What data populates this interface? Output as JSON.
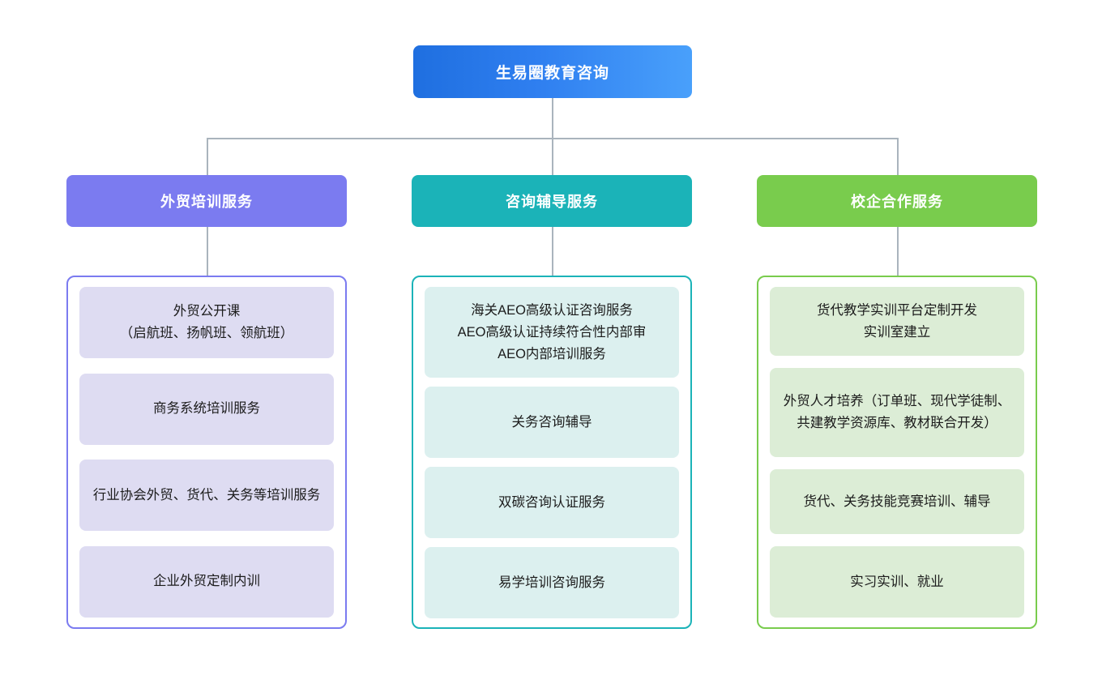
{
  "diagram": {
    "type": "organization-tree",
    "root": {
      "label": "生易圈教育咨询",
      "color": "#2f7ff0",
      "gradient_from": "#1f6fe0",
      "gradient_to": "#49a0fb"
    },
    "connector_color": "#aab4bd",
    "columns": [
      {
        "id": "training",
        "header": "外贸培训服务",
        "header_color": "#7b7bf0",
        "border_color": "#7b7bf0",
        "chip_color": "#dedcf2",
        "items": [
          "外贸公开课\n（启航班、扬帆班、领航班）",
          "商务系统培训服务",
          "行业协会外贸、货代、关务等培训服务",
          "企业外贸定制内训"
        ]
      },
      {
        "id": "consulting",
        "header": "咨询辅导服务",
        "header_color": "#1bb3b8",
        "border_color": "#1bb3b8",
        "chip_color": "#dcf0ef",
        "items": [
          "海关AEO高级认证咨询服务\nAEO高级认证持续符合性内部审\nAEO内部培训服务",
          "关务咨询辅导",
          "双碳咨询认证服务",
          "易学培训咨询服务"
        ]
      },
      {
        "id": "school-enterprise",
        "header": "校企合作服务",
        "header_color": "#79cc4d",
        "border_color": "#79cc4d",
        "chip_color": "#dcedd6",
        "items": [
          "货代教学实训平台定制开发\n实训室建立",
          "外贸人才培养（订单班、现代学徒制、共建教学资源库、教材联合开发）",
          "货代、关务技能竞赛培训、辅导",
          "实习实训、就业"
        ]
      }
    ]
  }
}
